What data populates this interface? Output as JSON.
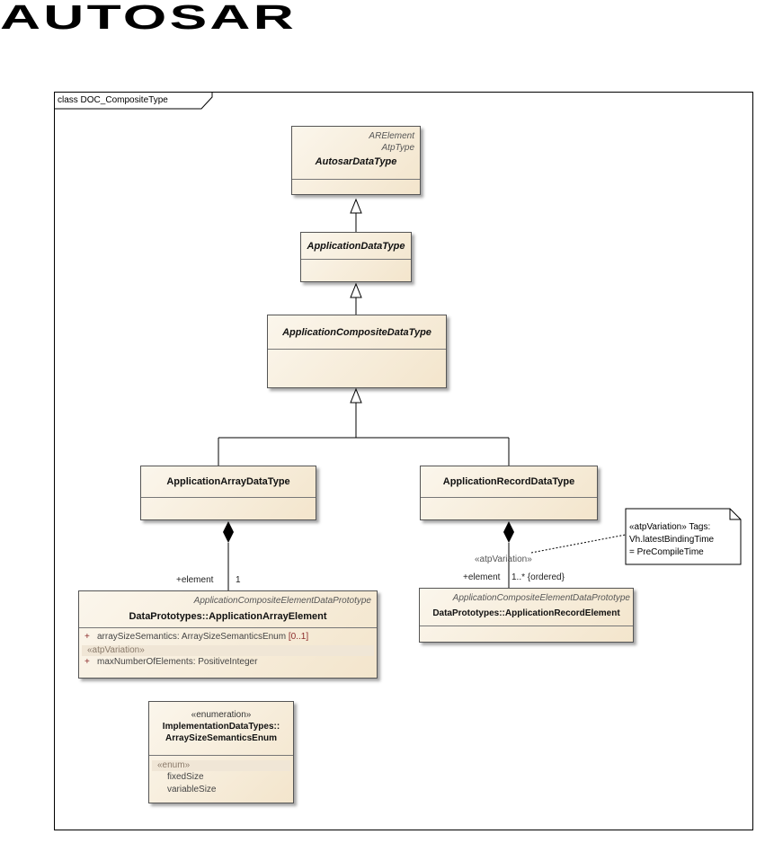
{
  "logo": {
    "text": "AUTOSAR",
    "color": "#000000"
  },
  "frame": {
    "label": "class DOC_CompositeType"
  },
  "classes": {
    "autosar_data_type": {
      "stereotypes": [
        "ARElement",
        "AtpType"
      ],
      "name": "AutosarDataType",
      "abstract": true
    },
    "application_data_type": {
      "name": "ApplicationDataType",
      "abstract": true
    },
    "application_composite_data_type": {
      "name": "ApplicationCompositeDataType",
      "abstract": true
    },
    "application_array_data_type": {
      "name": "ApplicationArrayDataType",
      "abstract": false
    },
    "application_record_data_type": {
      "name": "ApplicationRecordDataType",
      "abstract": false
    },
    "application_array_element": {
      "stereotype": "ApplicationCompositeElementDataPrototype",
      "name": "DataPrototypes::ApplicationArrayElement",
      "attr1_vis": "+",
      "attr1_name": "arraySizeSemantics:  ArraySizeSemanticsEnum",
      "attr1_mult": "[0..1]",
      "variation_stereotype": "«atpVariation»",
      "attr2_vis": "+",
      "attr2_name": "maxNumberOfElements:  PositiveInteger"
    },
    "application_record_element": {
      "stereotype": "ApplicationCompositeElementDataPrototype",
      "name": "DataPrototypes::ApplicationRecordElement"
    },
    "array_size_semantics_enum": {
      "stereotype": "«enumeration»",
      "name_line1": "ImplementationDataTypes::",
      "name_line2": "ArraySizeSemanticsEnum",
      "literal_stereotype": "«enum»",
      "literals": [
        "fixedSize",
        "variableSize"
      ]
    }
  },
  "associations": {
    "array_role": "+element",
    "array_mult": "1",
    "record_stereotype": "«atpVariation»",
    "record_role": "+element",
    "record_mult": "1..* {ordered}"
  },
  "note": {
    "lines": [
      "«atpVariation» Tags:",
      "Vh.latestBindingTime",
      "= PreCompileTime"
    ]
  },
  "colors": {
    "class_fill_light": "#fbf6ec",
    "class_fill_dark": "#f3e5cc",
    "multiplicity": "#8b2a2a"
  }
}
